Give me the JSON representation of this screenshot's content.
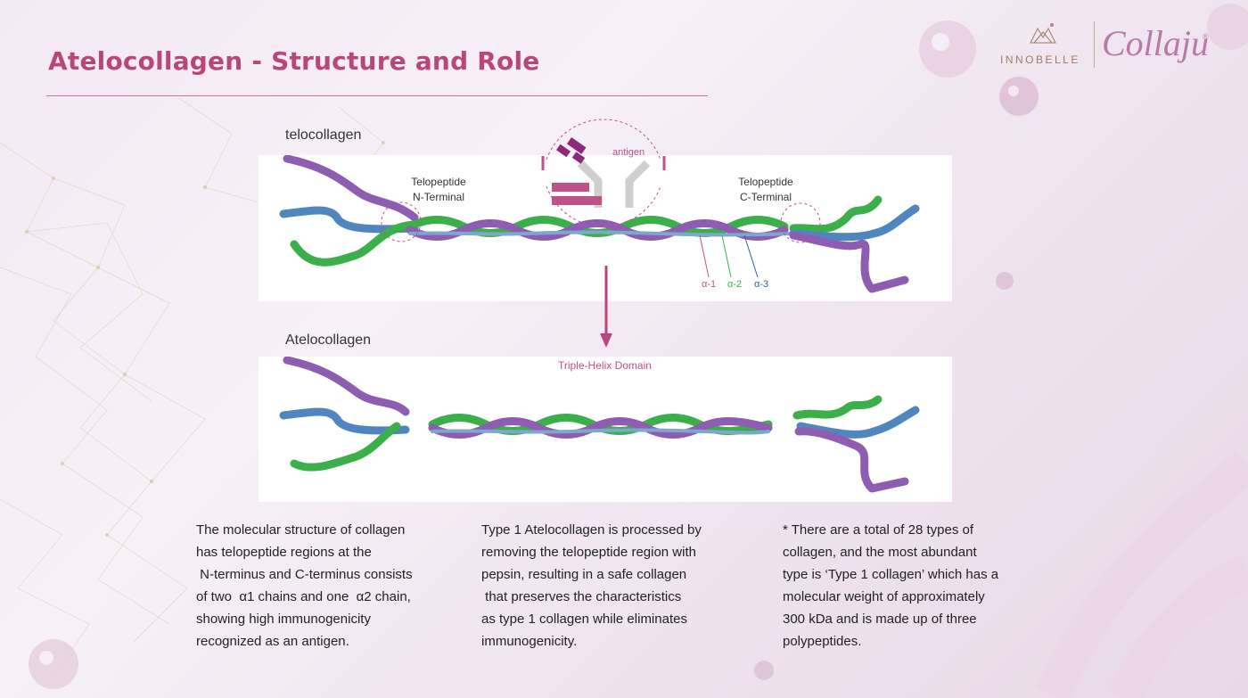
{
  "title": "Atelocollagen - Structure and Role",
  "logo": {
    "brand_left": "INNOBELLE",
    "brand_right": "Collaju",
    "reg_mark": "®"
  },
  "top_section": {
    "label": "telocollagen",
    "n_terminal_label": "Telopeptide\nN-Terminal",
    "c_terminal_label": "Telopeptide\nC-Terminal",
    "antigen_label": "antigen",
    "chains": [
      "α-1",
      "α-2",
      "α-3"
    ]
  },
  "bottom_section": {
    "label": "Atelocollagen",
    "domain_label": "Triple-Helix Domain"
  },
  "text_columns": [
    "The molecular structure of collagen\nhas telopeptide regions at the\n N-terminus and C-terminus consists\nof two  α1 chains and one  α2 chain,\nshowing high immunogenicity\nrecognized as an antigen.",
    "Type 1 Atelocollagen is processed by\nremoving the telopeptide region with\npepsin, resulting in a safe collagen\n that preserves the characteristics\nas type 1 collagen while eliminates\nimmunogenicity.",
    "* There are a total of 28 types of\ncollagen, and the most abundant\ntype is ‘Type 1 collagen’ which has a\nmolecular weight of approximately\n300 kDa and is made up of three\npolypeptides."
  ],
  "colors": {
    "title": "#b8467a",
    "chain_purple": "#8e5cb0",
    "chain_green": "#3bb04a",
    "chain_blue": "#4f86c0",
    "accent_pink": "#b8467a",
    "antigen_pink": "#c0518a"
  }
}
